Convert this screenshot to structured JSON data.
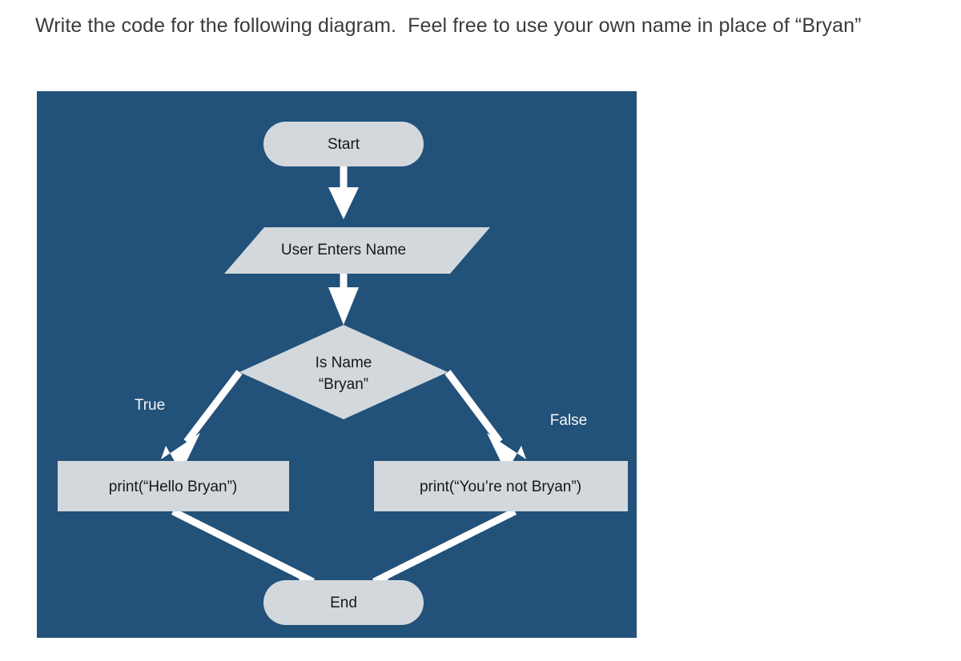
{
  "prompt": {
    "text": "Write the code for the following diagram.  Feel free to use your own name in place of “Bryan”"
  },
  "colors": {
    "panel_background": "#225179",
    "node_fill": "#d2d8dc",
    "node_text": "#16181a",
    "edge": "#ffffff",
    "branch_label": "#f2f6f9",
    "page_background": "#ffffff",
    "prompt_text": "#3b3b3b"
  },
  "diagram": {
    "type": "flowchart",
    "title": "",
    "nodes": [
      {
        "id": "start",
        "shape": "stadium",
        "label": "Start"
      },
      {
        "id": "input",
        "shape": "parallelogram",
        "label": "User Enters Name"
      },
      {
        "id": "decision",
        "shape": "diamond",
        "label_line1": "Is Name",
        "label_line2": "“Bryan”"
      },
      {
        "id": "print_true",
        "shape": "rectangle",
        "label": "print(“Hello Bryan”)"
      },
      {
        "id": "print_false",
        "shape": "rectangle",
        "label": "print(“You’re not Bryan”)"
      },
      {
        "id": "end",
        "shape": "stadium",
        "label": "End"
      }
    ],
    "edges": [
      {
        "from": "start",
        "to": "input",
        "label": ""
      },
      {
        "from": "input",
        "to": "decision",
        "label": ""
      },
      {
        "from": "decision",
        "to": "print_true",
        "label": "True"
      },
      {
        "from": "decision",
        "to": "print_false",
        "label": "False"
      },
      {
        "from": "print_true",
        "to": "end",
        "label": ""
      },
      {
        "from": "print_false",
        "to": "end",
        "label": ""
      }
    ],
    "branch_labels": {
      "true": "True",
      "false": "False"
    }
  }
}
